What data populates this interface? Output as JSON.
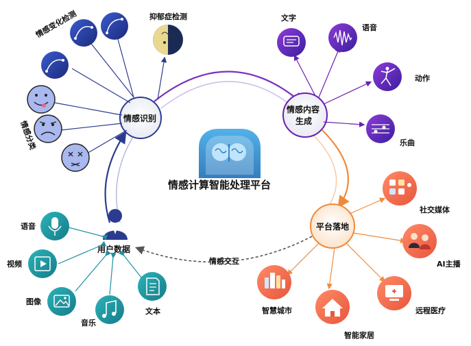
{
  "title": "情感计算智能处理平台",
  "hubs": {
    "recognition": "情感识别",
    "generation_line1": "情感内容",
    "generation_line2": "生成",
    "landing": "平台落地",
    "user_data": "用户数据"
  },
  "recognition_branches": {
    "change_detection": "情感变化检测",
    "depression": "抑郁症检测",
    "classification": "情感分类"
  },
  "generation_outputs": {
    "text": "文字",
    "speech": "语音",
    "motion": "动作",
    "music": "乐曲"
  },
  "landing_apps": {
    "social": "社交媒体",
    "ai_anchor": "AI主播",
    "telemedicine": "远程医疗",
    "smart_home": "智能家居",
    "smart_city": "智慧城市"
  },
  "user_inputs": {
    "speech": "语音",
    "video": "视频",
    "image": "图像",
    "music": "音乐",
    "text": "文本"
  },
  "interaction": "情感交互",
  "colors": {
    "teal": "#1f8fa0",
    "navy": "#2b3b8f",
    "purple": "#6a1fb0",
    "orange": "#f08a3a",
    "face_fill": "#a9b8ee"
  }
}
